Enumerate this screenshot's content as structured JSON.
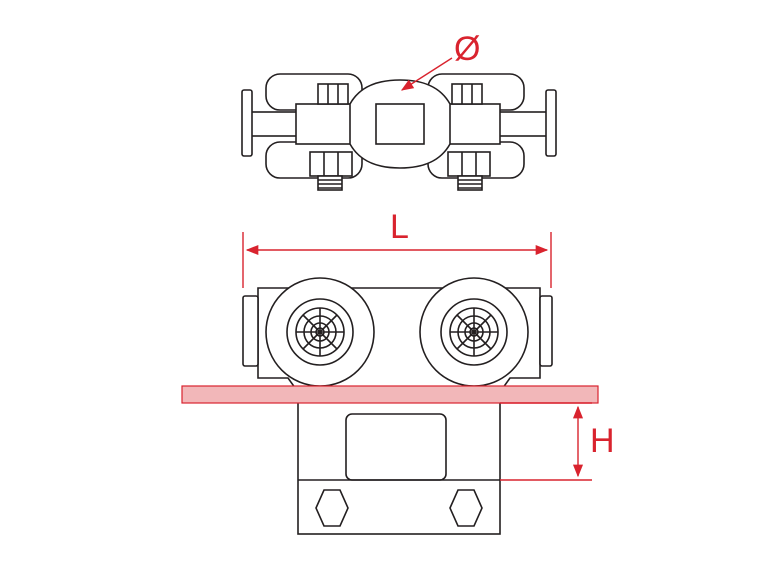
{
  "labels": {
    "diameter": "Ø",
    "length": "L",
    "height": "H"
  },
  "colors": {
    "line": "#231f20",
    "dimension": "#d9232e",
    "rail_fill": "#f2b7b9",
    "background": "#ffffff"
  }
}
